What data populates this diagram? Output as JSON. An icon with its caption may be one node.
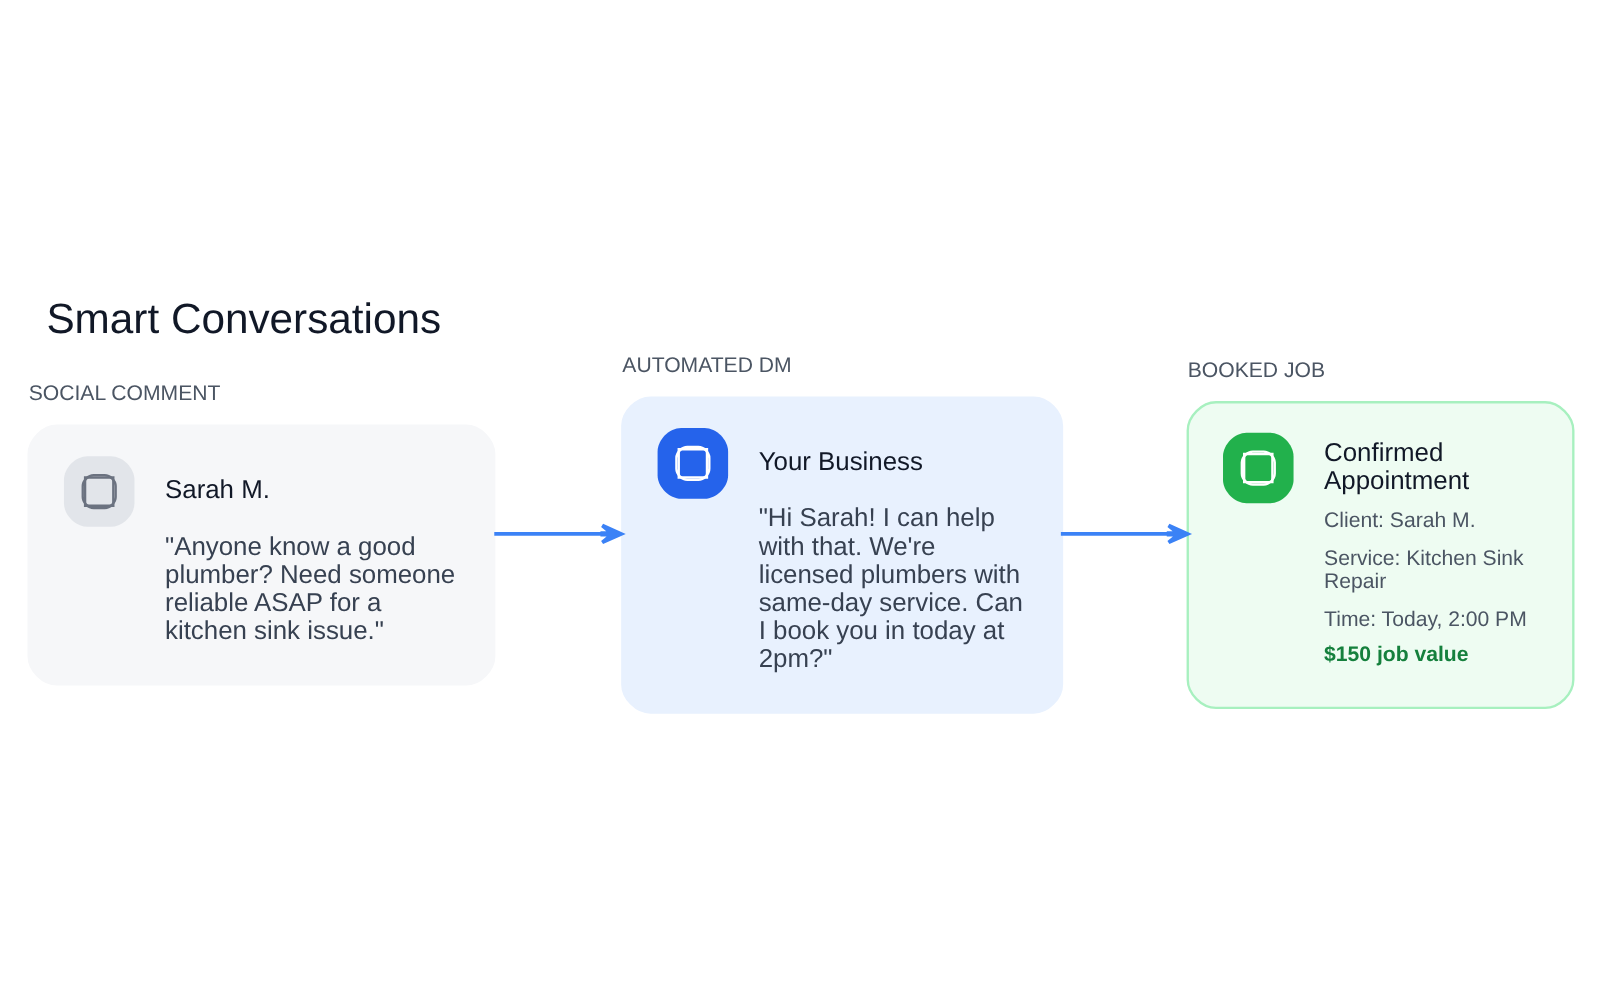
{
  "diagram": {
    "title": "Smart Conversations",
    "nodes": [
      {
        "text": [
          "SOCIAL COMMENT",
          "Sarah M.",
          "\"Anyone know a good plumber? Need someone reliable ASAP for a kitchen sink issue.\""
        ]
      },
      {
        "text": [
          "AUTOMATED DM",
          "Your Business",
          "\"Hi Sarah! I can help with that. We're licensed plumbers with same-day service. Can I book you in today at 2pm?\""
        ]
      },
      {
        "text": [
          "BOOKED JOB",
          "Confirmed Appointment",
          "Client: Sarah M.",
          "Service: Kitchen Sink Repair",
          "Time: Today, 2:00 PM",
          "$150 job value"
        ]
      }
    ],
    "edges": [
      {
        "from": 0,
        "to": 1,
        "arrow": "to"
      },
      {
        "from": 1,
        "to": 2,
        "arrow": "to"
      }
    ]
  }
}
